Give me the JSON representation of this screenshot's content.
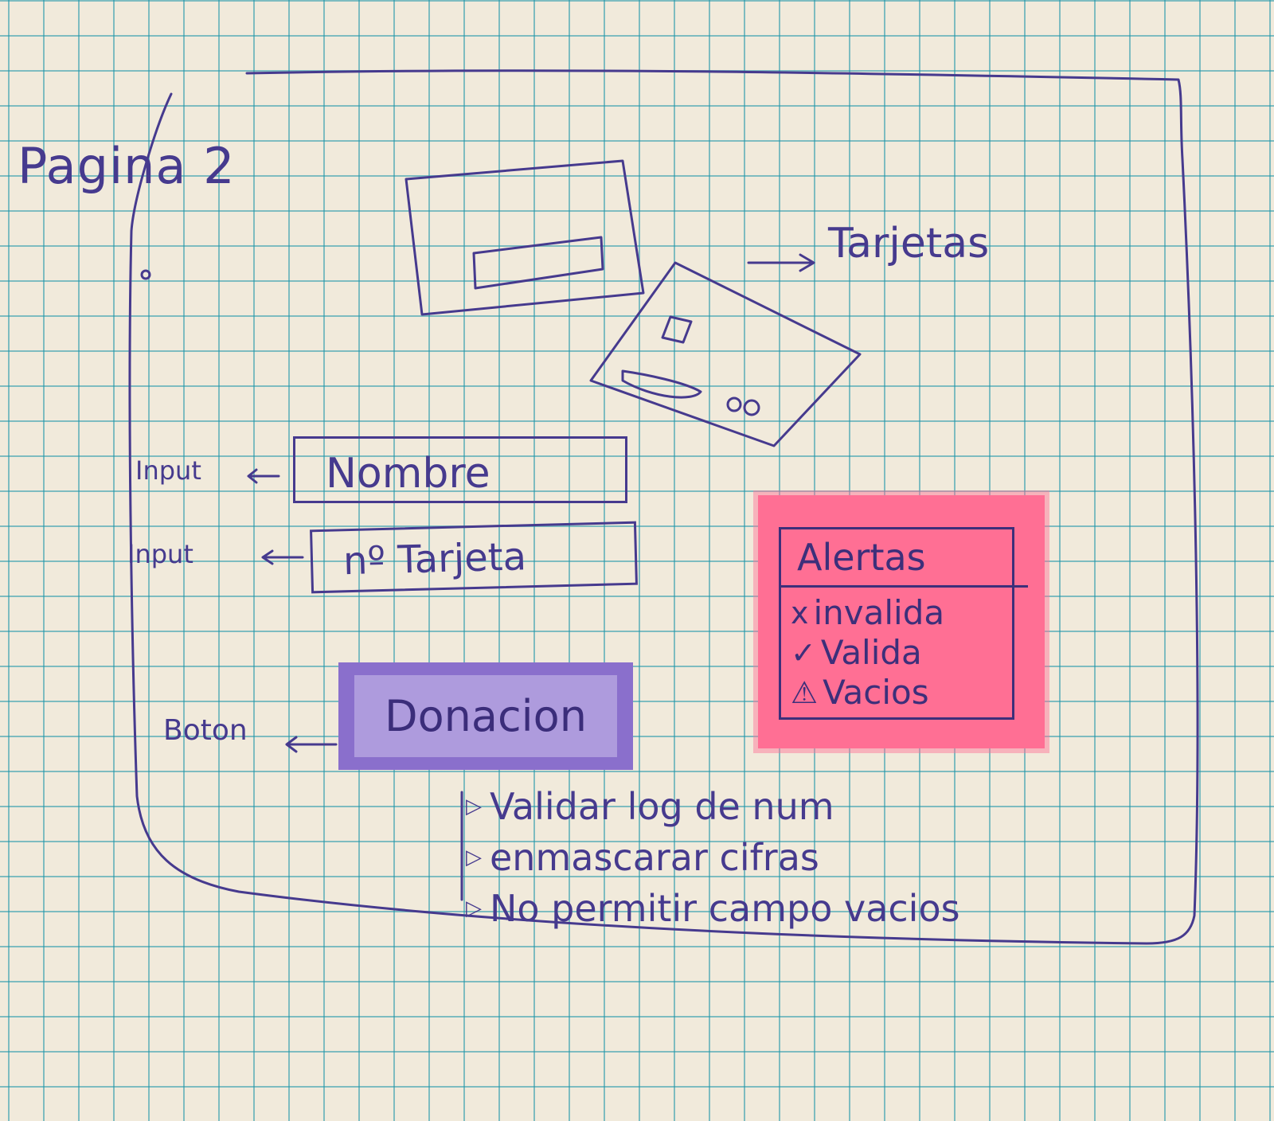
{
  "page": {
    "title": "Pagina 2"
  },
  "cards_label": "Tarjetas",
  "form": {
    "name_field": {
      "label": "Input",
      "value": "Nombre"
    },
    "card_field": {
      "label": "Input",
      "value": "nº Tarjeta"
    },
    "donate_button": {
      "label": "Boton",
      "value": "Donacion"
    }
  },
  "alerts": {
    "title": "Alertas",
    "items": [
      {
        "icon": "x-icon",
        "symbol": "x",
        "text": "invalida"
      },
      {
        "icon": "check-icon",
        "symbol": "✓",
        "text": "Valida"
      },
      {
        "icon": "warning-icon",
        "symbol": "⚠",
        "text": "Vacios"
      }
    ]
  },
  "notes": [
    "Validar log de num",
    "enmascarar cifras",
    "No permitir campo vacios"
  ],
  "colors": {
    "ink": "#463a8e",
    "highlight_pink": "#ff6f94",
    "highlight_purple": "#8a6fcc",
    "paper": "#f1eadb"
  }
}
